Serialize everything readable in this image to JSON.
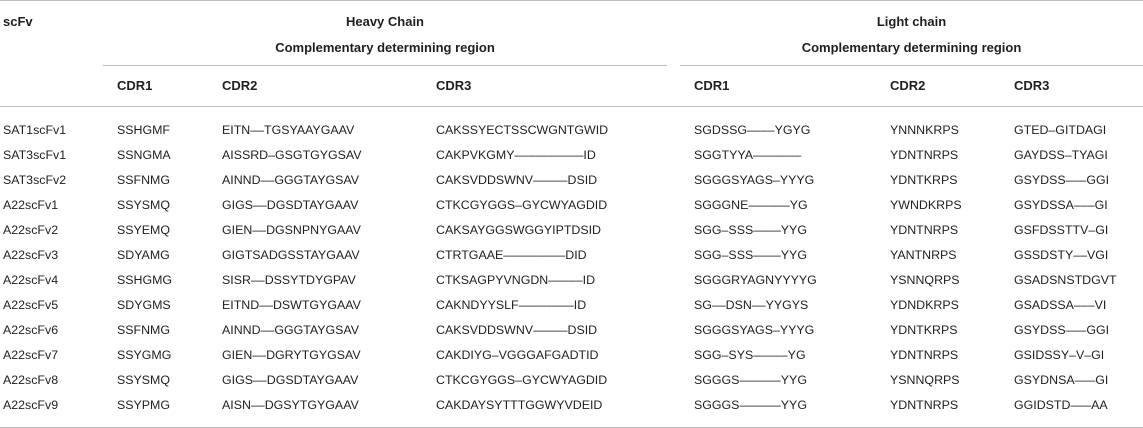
{
  "table": {
    "corner_label": "scFv",
    "heavy_group": "Heavy Chain",
    "heavy_sub": "Complementary determining region",
    "light_group": "Light chain",
    "light_sub": "Complementary determining region",
    "heavy_columns": [
      "CDR1",
      "CDR2",
      "CDR3"
    ],
    "light_columns": [
      "CDR1",
      "CDR2",
      "CDR3"
    ],
    "rows": [
      [
        "SAT1scFv1",
        "SSHGMF",
        "EITN––TGSYAAYGAAV",
        "CAKSSYECTSSCWGNTGWID",
        "SGDSSG––––YGYG",
        "YNNNKRPS",
        "GTED–GITDAGI"
      ],
      [
        "SAT3scFv1",
        "SSNGMA",
        "AISSRD–GSGTGYGSAV",
        "CAKPVKGMY––––––––––ID",
        "SGGTYYA–––––––",
        "YDNTNRPS",
        "GAYDSS–TYAGI"
      ],
      [
        "SAT3scFv2",
        "SSFNMG",
        "AINND––GGGTAYGSAV",
        "CAKSVDDSWNV–––––DSID",
        "SGGGSYAGS–YYYG",
        "YDNTKRPS",
        "GSYDSS–––GGI"
      ],
      [
        "A22scFv1",
        "SSYSMQ",
        "GIGS––DGSDTAYGAAV",
        "CTKCGYGGS–GYCWYAGDID",
        "SGGGNE––––––YG",
        "YWNDKRPS",
        "GSYDSSA–––GI"
      ],
      [
        "A22scFv2",
        "SSYEMQ",
        "GIEN––DGSNPNYGAAV",
        "CAKSAYGGSWGGYIPTDSID",
        "SGG–SSS––––YYG",
        "YDNTNRPS",
        "GSFDSSTTV–GI"
      ],
      [
        "A22scFv3",
        "SDYAMG",
        "GIGTSADGSSTAYGAAV",
        "CTRTGAAE–––––––––DID",
        "SGG–SSS––––YYG",
        "YANTNRPS",
        "GSSDSTY––VGI"
      ],
      [
        "A22scFv4",
        "SSHGMG",
        "SISR––DSSYTDYGPAV",
        "CTKSAGPYVNGDN–––––ID",
        "SGGGRYAGNYYYYG",
        "YSNNQRPS",
        "GSADSNSTDGVT"
      ],
      [
        "A22scFv5",
        "SDYGMS",
        "EITND––DSWTGYGAAV",
        "CAKNDYYSLF––––––––ID",
        "SG––DSN––YYGYS",
        "YDNDKRPS",
        "GSADSSA–––VI"
      ],
      [
        "A22scFv6",
        "SSFNMG",
        "AINND––GGGTAYGSAV",
        "CAKSVDDSWNV–––––DSID",
        "SGGGSYAGS–YYYG",
        "YDNTKRPS",
        "GSYDSS–––GGI"
      ],
      [
        "A22scFv7",
        "SSYGMG",
        "GIEN––DGRYTGYGSAV",
        "CAKDIYG–VGGGAFGADTID",
        "SGG–SYS–––––YG",
        "YDNTNRPS",
        "GSIDSSY–V–GI"
      ],
      [
        "A22scFv8",
        "SSYSMQ",
        "GIGS––DGSDTAYGAAV",
        "CTKCGYGGS–GYCWYAGDID",
        "SGGGS––––––YYG",
        "YSNNQRPS",
        "GSYDNSA–––GI"
      ],
      [
        "A22scFv9",
        "SSYPMG",
        "AISN––DGSYTGYGAAV",
        "CAKDAYSYTTTGGWYVDEID",
        "SGGGS––––––YYG",
        "YDNTNRPS",
        "GGIDSTD–––AA"
      ]
    ]
  }
}
